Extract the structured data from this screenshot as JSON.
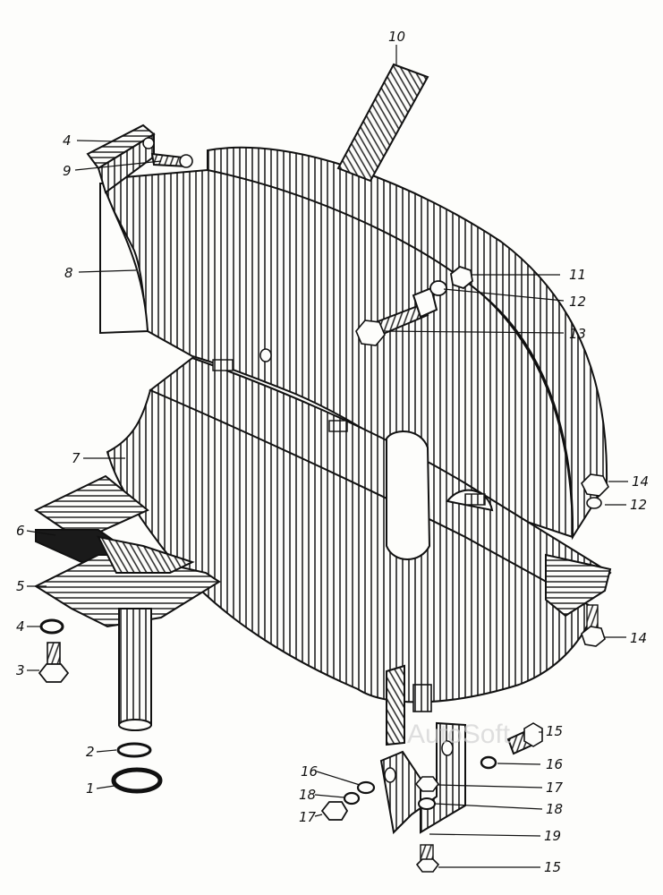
{
  "watermark": "AutoSoft",
  "callouts": {
    "c1": "1",
    "c2": "2",
    "c3": "3",
    "c4a": "4",
    "c4b": "4",
    "c5": "5",
    "c6": "6",
    "c7": "7",
    "c8": "8",
    "c9": "9",
    "c10": "10",
    "c11": "11",
    "c12a": "12",
    "c12b": "12",
    "c13": "13",
    "c14a": "14",
    "c14b": "14",
    "c15a": "15",
    "c15b": "15",
    "c16a": "16",
    "c16b": "16",
    "c17a": "17",
    "c17b": "17",
    "c18a": "18",
    "c18b": "18",
    "c19": "19"
  },
  "colors": {
    "ink": "#111111",
    "paper": "#fdfdfb"
  }
}
